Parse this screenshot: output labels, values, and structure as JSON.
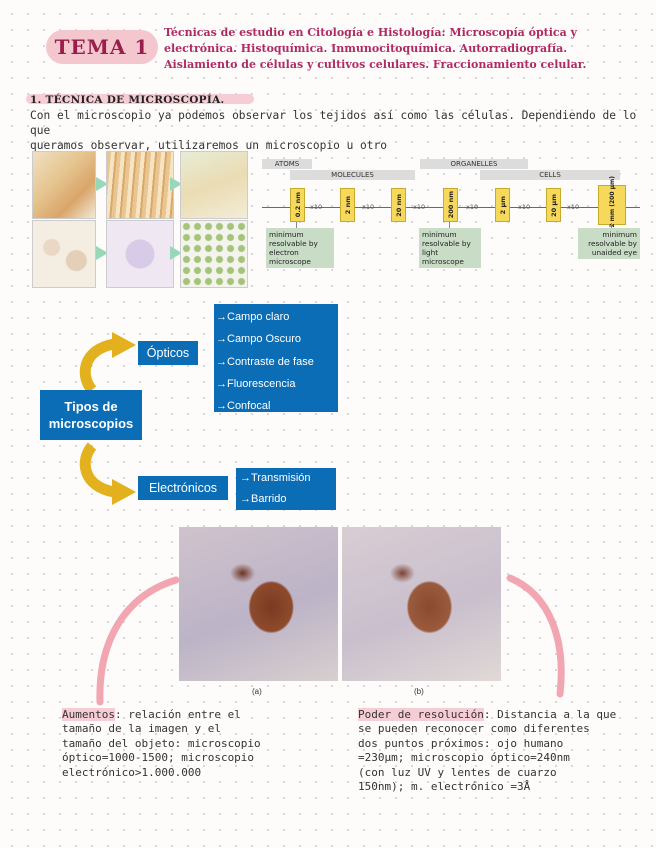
{
  "header": {
    "tema": "TEMA 1",
    "title_lines": [
      "Técnicas de estudio en Citología e Histología: Microscopía óptica y",
      "electrónica. Histoquímica. Inmunocitoquímica. Autorradiografía.",
      "Aislamiento de células y cultivos celulares. Fraccionamiento celular."
    ]
  },
  "section": {
    "heading": "1. TÉCNICA DE MICROSCOPÍA.",
    "intro_lines": [
      "Con el microscopio ya podemos observar los tejidos así como las células. Dependiendo de lo que",
      "queramos observar, utilizaremos un microscopio u otro"
    ]
  },
  "scale_diagram": {
    "bands": [
      "ATOMS",
      "MOLECULES",
      "ORGANELLES",
      "CELLS"
    ],
    "scale_values": [
      "0.2 nm",
      "2 nm",
      "20 nm",
      "200 nm",
      "2 μm",
      "20 μm",
      "0.2 mm (200 μm)"
    ],
    "multiplier": "x10",
    "resolution_labels": [
      "minimum resolvable by electron microscope",
      "minimum resolvable by light microscope",
      "minimum resolvable by unaided eye"
    ],
    "colors": {
      "box": "#f6d85a",
      "line": "#b04088",
      "label_bg": "#c8dcc6"
    }
  },
  "microscope_types": {
    "root": "Tipos de microscopios",
    "optical": {
      "label": "Ópticos",
      "items": [
        "→Campo claro",
        "→Campo Oscuro",
        "→Contraste de fase",
        "→Fluorescencia",
        "→Confocal"
      ]
    },
    "electronic": {
      "label": "Electrónicos",
      "items": [
        "→Transmisión",
        "→Barrido"
      ]
    },
    "colors": {
      "box": "#0b6db5",
      "arrow": "#e2b11d"
    }
  },
  "figure": {
    "captions": [
      "(a)",
      "(b)"
    ]
  },
  "notes": {
    "aumentos": {
      "term": "Aumentos",
      "lines": [
        ": relación entre el",
        "tamaño de la imagen y el",
        "tamaño del objeto: microscopio",
        "óptico=1000-1500; microscopio",
        "electrónico>1.000.000"
      ]
    },
    "resolucion": {
      "term": "Poder de resolución",
      "lines": [
        ": Distancia a la que",
        "se pueden reconocer como diferentes",
        "dos puntos próximos: ojo humano",
        "=230μm; microscopio óptico=240nm",
        "(con luz UV y lentes de cuarzo",
        "150nm); m. electrónico =3Å"
      ]
    }
  }
}
